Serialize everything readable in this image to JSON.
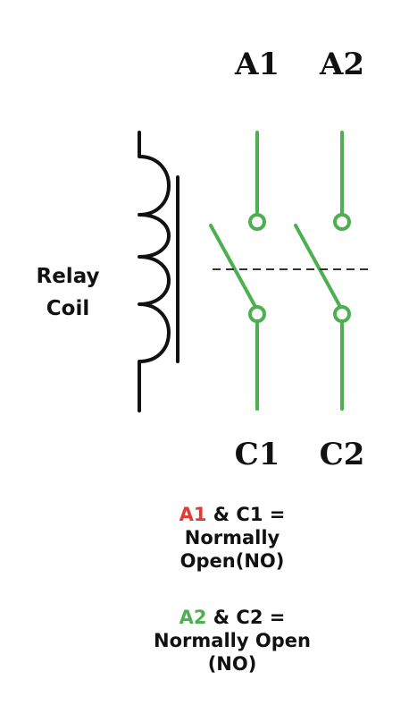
{
  "terminals": {
    "a1": "A1",
    "a2": "A2",
    "c1": "C1",
    "c2": "C2"
  },
  "coil_label": {
    "line1": "Relay",
    "line2": "Coil"
  },
  "legend": [
    {
      "terminal": "A1",
      "terminal_color": "#e53935",
      "rest": " & C1 =",
      "line2": "Normally",
      "line3": "Open(NO)"
    },
    {
      "terminal": "A2",
      "terminal_color": "#4caf50",
      "rest": " & C2 =",
      "line2": "Normally Open",
      "line3": "(NO)"
    }
  ],
  "colors": {
    "contact": "#4caf50",
    "coil": "#111111",
    "mechanical_link": "#333333"
  }
}
